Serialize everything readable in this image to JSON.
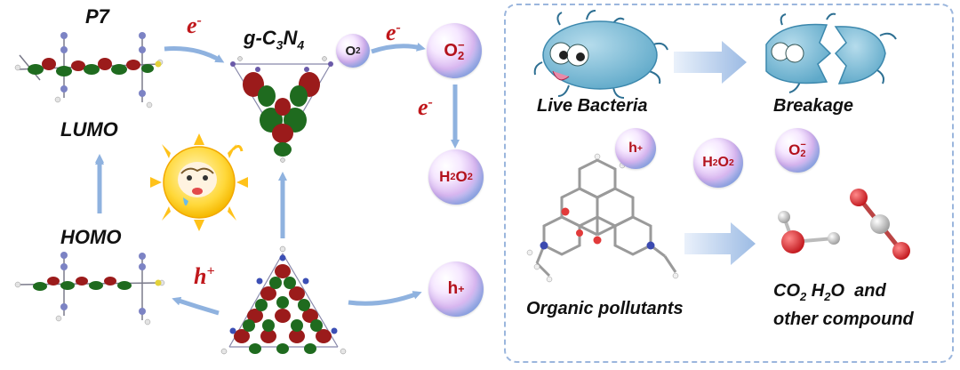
{
  "labels": {
    "p7": "P7",
    "gc3n4": "g-C",
    "gc3n4_sub3": "3",
    "gc3n4_n": "N",
    "gc3n4_sub4": "4",
    "lumo": "LUMO",
    "homo": "HOMO",
    "e1": "e",
    "e1_sup": "-",
    "e2": "e",
    "e2_sup": "-",
    "e3": "e",
    "e3_sup": "-",
    "h_plus": "h",
    "h_plus_sup": "+",
    "live_bacteria": "Live Bacteria",
    "breakage": "Breakage",
    "organic_pollutants": "Organic pollutants",
    "products_line1_a": "CO",
    "products_line1_sub": "2",
    "products_line1_b": "H",
    "products_line1_sub2": "2",
    "products_line1_c": "O  and",
    "products_line2": "other compound"
  },
  "bubbles": {
    "o2": {
      "main": "O",
      "sub": "2"
    },
    "superoxide": {
      "main": "O",
      "sup": "−",
      "sub": "2"
    },
    "h2o2": {
      "a": "H",
      "sub1": "2",
      "b": "O",
      "sub2": "2"
    },
    "hole": {
      "main": "h",
      "sup": "+"
    },
    "panel_hole": {
      "main": "h",
      "sup": "+"
    },
    "panel_h2o2": {
      "a": "H",
      "sub1": "2",
      "b": "O",
      "sub2": "2"
    },
    "panel_superoxide": {
      "main": "O",
      "sup": "−",
      "sub": "2"
    }
  },
  "icons": {
    "sun": "smiling-sun-icon",
    "bacteria": "bacteria-icon",
    "broken_bacteria": "broken-bacteria-icon",
    "molecule": "organic-molecule-icon",
    "water": "water-molecule-icon",
    "co2": "co2-molecule-icon"
  },
  "colors": {
    "arrow": "#8fb2df",
    "electron_text": "#c0171b",
    "bubble_text": "#b3121c",
    "panel_border": "#9bb6dd",
    "orbital_red": "#9b1b1b",
    "orbital_green": "#1f6b1f"
  }
}
